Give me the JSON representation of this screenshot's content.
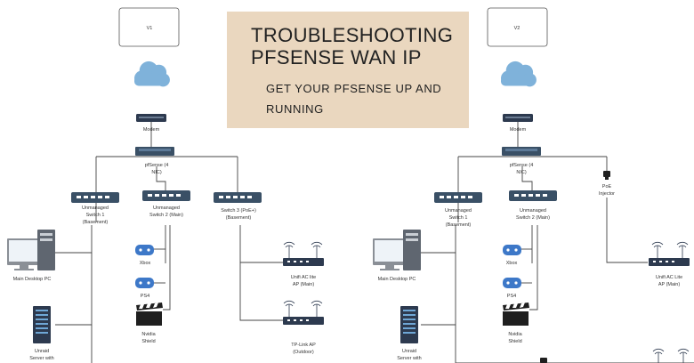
{
  "banner": {
    "title_line1": "TROUBLESHOOTING",
    "title_line2": "PFSENSE WAN IP",
    "subtitle_line1": "GET YOUR PFSENSE UP AND",
    "subtitle_line2": "RUNNING"
  },
  "v1": {
    "version": "V1",
    "modem": "Modem",
    "pfsense": [
      "pfSense (4",
      "NIC)"
    ],
    "switch1": [
      "Unmanaged",
      "Switch 1",
      "(Basement)"
    ],
    "switch2": [
      "Unmanaged",
      "Switch 2 (Main)"
    ],
    "switch3": [
      "Switch 3 (PoE+)",
      "(Basement)"
    ],
    "desktop": "Main Desktop PC",
    "xbox": "Xbox",
    "ps4": "PS4",
    "shield": [
      "Nvidia",
      "Shield"
    ],
    "server": [
      "Unraid",
      "Server with"
    ],
    "ap_main": [
      "Unifi AC lite",
      "AP (Main)"
    ],
    "ap_outdoor": [
      "TP-Link AP",
      "(Outdoor)"
    ]
  },
  "v2": {
    "version": "V2",
    "modem": "Modem",
    "pfsense": [
      "pfSense (4",
      "NIC)"
    ],
    "poe": [
      "PoE",
      "Injector"
    ],
    "switch1": [
      "Unmanaged",
      "Switch 1",
      "(Basement)"
    ],
    "switch2": [
      "Unmanaged",
      "Switch 2 (Main)"
    ],
    "desktop": "Main Desktop PC",
    "xbox": "Xbox",
    "ps4": "PS4",
    "shield": [
      "Nvidia",
      "Shield"
    ],
    "server": [
      "Unraid",
      "Server with"
    ],
    "ap_main": [
      "Unifi AC Lite",
      "AP (Main)"
    ]
  },
  "colors": {
    "cloud": "#7fb2da",
    "device_dark": "#2d3a4f",
    "switch_body": "#3a5066",
    "console": "#3d78c8",
    "line": "#444444",
    "banner_bg": "#ead7bf"
  }
}
